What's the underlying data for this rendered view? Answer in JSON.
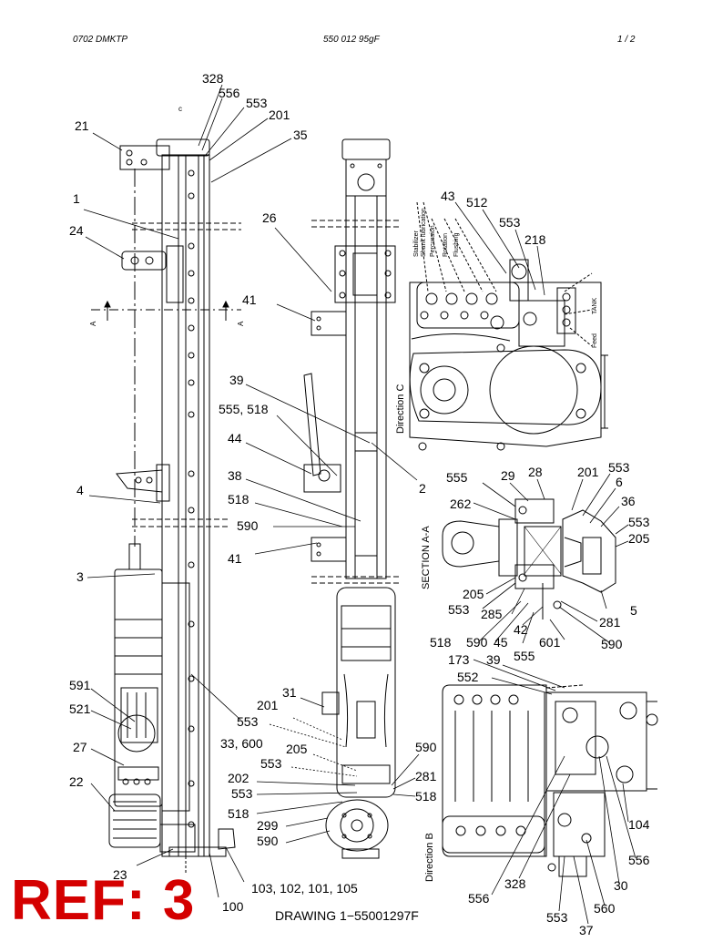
{
  "header": {
    "left": "0702 DMKTP",
    "center": "550 012 95gF",
    "right": "1 /  2"
  },
  "callouts": {
    "c328": "328",
    "c556a": "556",
    "c553a": "553",
    "c201a": "201",
    "c35": "35",
    "c21": "21",
    "c1": "1",
    "c24": "24",
    "c4": "4",
    "c3": "3",
    "c591": "591",
    "c521": "521",
    "c27": "27",
    "c22": "22",
    "c23": "23",
    "c100": "100",
    "c103": "103, 102, 101, 105",
    "c26": "26",
    "c41a": "41",
    "c39a": "39",
    "c555_518": "555, 518",
    "c44": "44",
    "c38": "38",
    "c518a": "518",
    "c590a": "590",
    "c41b": "41",
    "c2": "2",
    "c33": "33, 600",
    "c31": "31",
    "c201b": "201",
    "c553b": "553",
    "c205a": "205",
    "c553c": "553",
    "c202": "202",
    "c553d": "553",
    "c518b": "518",
    "c299": "299",
    "c590b": "590",
    "c590c": "590",
    "c281a": "281",
    "c518c": "518",
    "c43": "43",
    "c512": "512",
    "c553e": "553",
    "c218": "218",
    "c555a": "555",
    "c29": "29",
    "c28": "28",
    "c201c": "201",
    "c553f": "553",
    "c6": "6",
    "c262": "262",
    "c36": "36",
    "c553g": "553",
    "c205b": "205",
    "c205c": "205",
    "c553h": "553",
    "c285": "285",
    "c5": "5",
    "c518d": "518",
    "c590d": "590",
    "c45": "45",
    "c42": "42",
    "c281b": "281",
    "c601": "601",
    "c590e": "590",
    "c555b": "555",
    "c173": "173",
    "c39b": "39",
    "c552": "552",
    "c104": "104",
    "c556b": "556",
    "c30": "30",
    "c556c": "556",
    "c328b": "328",
    "c560": "560",
    "c553i": "553",
    "c37": "37",
    "c_marker": "c"
  },
  "view_labels": {
    "direction_c": "Direction C",
    "section_aa": "SECTION A-A",
    "direction_b": "Direction B",
    "section_a_left": "A",
    "section_a_right": "A",
    "hose_stabilizer": "Stabilizer",
    "hose_shank": "Shank lubrication",
    "hose_percussion": "Percussion",
    "hose_rotation": "Rotation",
    "hose_flushing": "Flushing",
    "feed_label": "Feed",
    "tank_label": "TANK"
  },
  "caption": "DRAWING 1−55001297F",
  "ref_stamp": "REF: 3",
  "colors": {
    "ink": "#000000",
    "ref_red": "#d40000"
  }
}
